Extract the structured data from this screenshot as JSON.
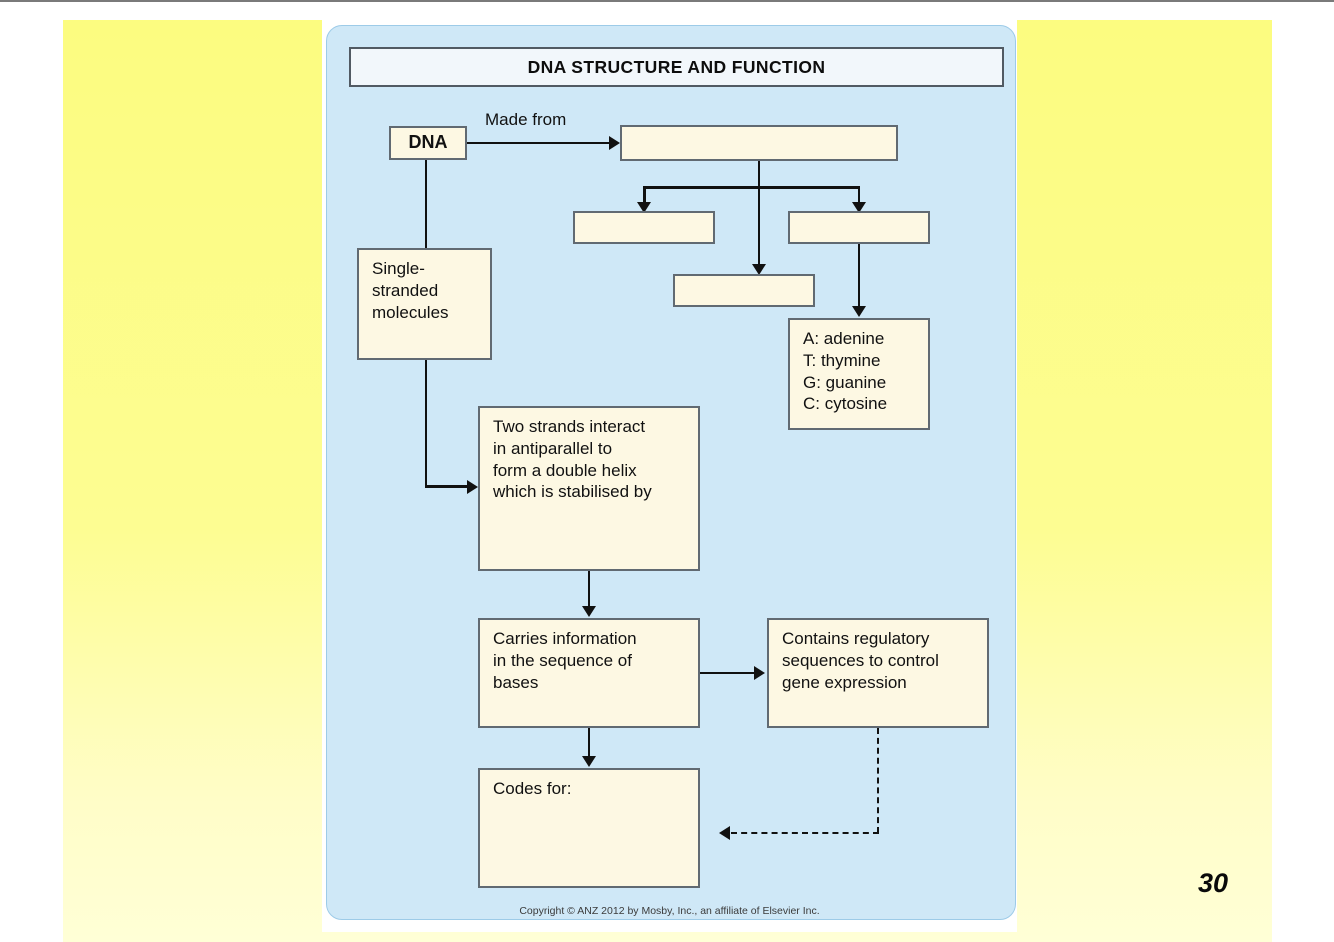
{
  "slide": {
    "page_number": "30",
    "copyright": "Copyright © ANZ 2012 by Mosby, Inc., an affiliate of Elsevier Inc.",
    "background_top_color": "#fcfc80",
    "background_bottom_color": "#ffffd6"
  },
  "figure": {
    "title": "DNA STRUCTURE AND FUNCTION",
    "panel_color": "#cfe8f7",
    "node_fill_color": "#fdf8e3",
    "node_border_color": "#616a72",
    "nodes": {
      "dna": "DNA",
      "made_from_target": "",
      "sugar": "",
      "phosphate": "",
      "middle": "",
      "bases": "A: adenine\nT: thymine\nG: guanine\nC: cytosine",
      "single_stranded": "Single-\nstranded\nmolecules",
      "two_strands": "Two strands interact in antiparallel to form a double helix which is stabilised by",
      "carries_information": "Carries information in the sequence of bases",
      "contains_regulatory": "Contains regulatory sequences to control gene expression",
      "codes_for": "Codes for:"
    },
    "edges": {
      "made_from": "Made from"
    }
  }
}
